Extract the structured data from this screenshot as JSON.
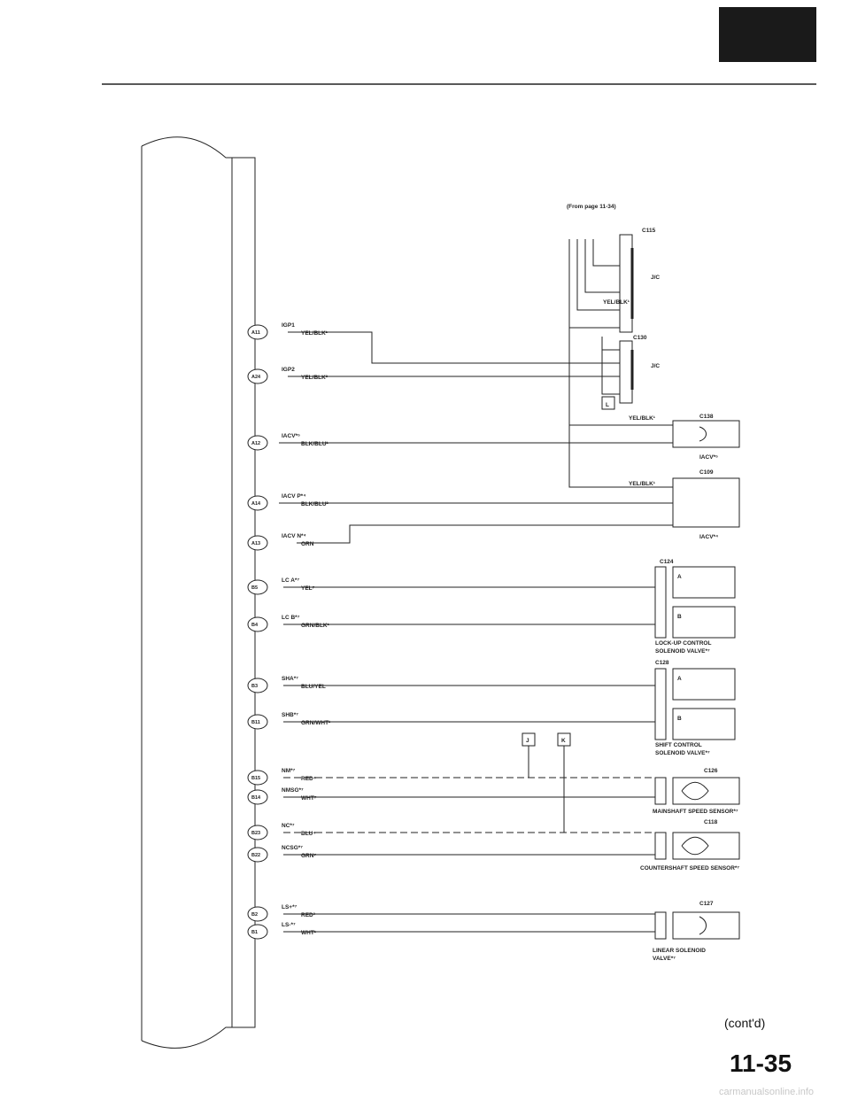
{
  "source_note": "(From page 11-34)",
  "contd": "(cont'd)",
  "page_number": "11-35",
  "watermark": "carmanualsonline.info",
  "colors": {
    "ink": "#222222",
    "header_bar": "#1a1a1a"
  },
  "icons": {
    "header": "car-dipstick-icon"
  },
  "ecm_pins": [
    {
      "pin": "A11",
      "name": "IGP1",
      "wire": "YEL/BLK¹"
    },
    {
      "pin": "A24",
      "name": "IGP2",
      "wire": "YEL/BLK²"
    },
    {
      "pin": "A12",
      "name": "IACV*⁵",
      "wire": "BLK/BLU¹"
    },
    {
      "pin": "A14",
      "name": "IACV P*⁴",
      "wire": "BLK/BLU²"
    },
    {
      "pin": "A13",
      "name": "IACV N*⁴",
      "wire": "ORN"
    },
    {
      "pin": "B5",
      "name": "LC A*⁷",
      "wire": "YEL⁷"
    },
    {
      "pin": "B4",
      "name": "LC B*⁷",
      "wire": "GRN/BLK¹"
    },
    {
      "pin": "B3",
      "name": "SHA*⁷",
      "wire": "BLU/YEL"
    },
    {
      "pin": "B11",
      "name": "SHB*⁷",
      "wire": "GRN/WHT¹"
    },
    {
      "pin": "B15",
      "name": "NM*⁷",
      "wire": "RED⁴"
    },
    {
      "pin": "B14",
      "name": "NMSG*⁷",
      "wire": "WHT⁷"
    },
    {
      "pin": "B23",
      "name": "NC*⁷",
      "wire": "BLU⁴"
    },
    {
      "pin": "B22",
      "name": "NCSG*⁷",
      "wire": "GRN⁷"
    },
    {
      "pin": "B2",
      "name": "LS+*⁷",
      "wire": "RED³"
    },
    {
      "pin": "B1",
      "name": "LS-*⁷",
      "wire": "WHT¹"
    }
  ],
  "connectors": {
    "c115": "C115",
    "c130": "C130",
    "c138": "C138",
    "c109": "C109",
    "c124": "C124",
    "c128": "C128",
    "c126": "C126",
    "c118": "C118",
    "c127": "C127"
  },
  "jc_label": "J/C",
  "jc_wire": "YEL/BLK¹",
  "iacv_wire": "YEL/BLK¹",
  "jc_terminal": "L",
  "iacv5_label": "IACV*⁵",
  "iacv4_label": "IACV*⁴",
  "lockup_label": [
    "LOCK-UP CONTROL",
    "SOLENOID VALVE*⁷"
  ],
  "shift_label": [
    "SHIFT CONTROL",
    "SOLENOID VALVE*⁷"
  ],
  "mainshaft_label": "MAINSHAFT SPEED SENSOR*⁷",
  "countershaft_label": "COUNTERSHAFT SPEED SENSOR*⁷",
  "linear_label": [
    "LINEAR SOLENOID",
    "VALVE*⁷"
  ],
  "terminal_a": "A",
  "terminal_b": "B",
  "ground_terms": [
    "J",
    "K"
  ]
}
